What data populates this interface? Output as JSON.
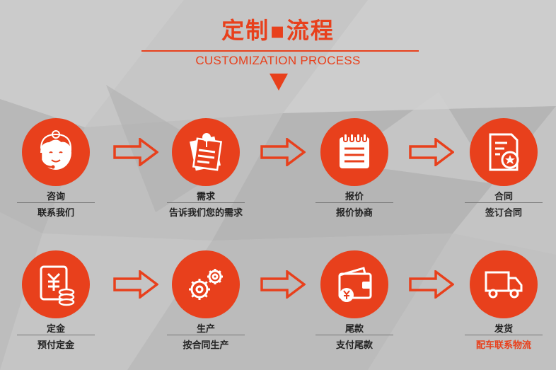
{
  "header": {
    "title": "定制▪流程",
    "subtitle": "CUSTOMIZATION PROCESS"
  },
  "steps": [
    {
      "label": "咨询",
      "sublabel": "联系我们",
      "icon": "customer-service-icon"
    },
    {
      "label": "需求",
      "sublabel": "告诉我们您的需求",
      "icon": "memo-pin-icon"
    },
    {
      "label": "报价",
      "sublabel": "报价协商",
      "icon": "notepad-icon"
    },
    {
      "label": "合同",
      "sublabel": "签订合同",
      "icon": "contract-icon"
    },
    {
      "label": "定金",
      "sublabel": "预付定金",
      "icon": "deposit-icon"
    },
    {
      "label": "生产",
      "sublabel": "按合同生产",
      "icon": "gears-icon"
    },
    {
      "label": "尾款",
      "sublabel": "支付尾款",
      "icon": "wallet-icon"
    },
    {
      "label": "发货",
      "sublabel": "配车联系物流",
      "icon": "truck-icon"
    }
  ],
  "colors": {
    "accent": "#e8401c",
    "text": "#222222",
    "background": "#bcbcbc"
  }
}
